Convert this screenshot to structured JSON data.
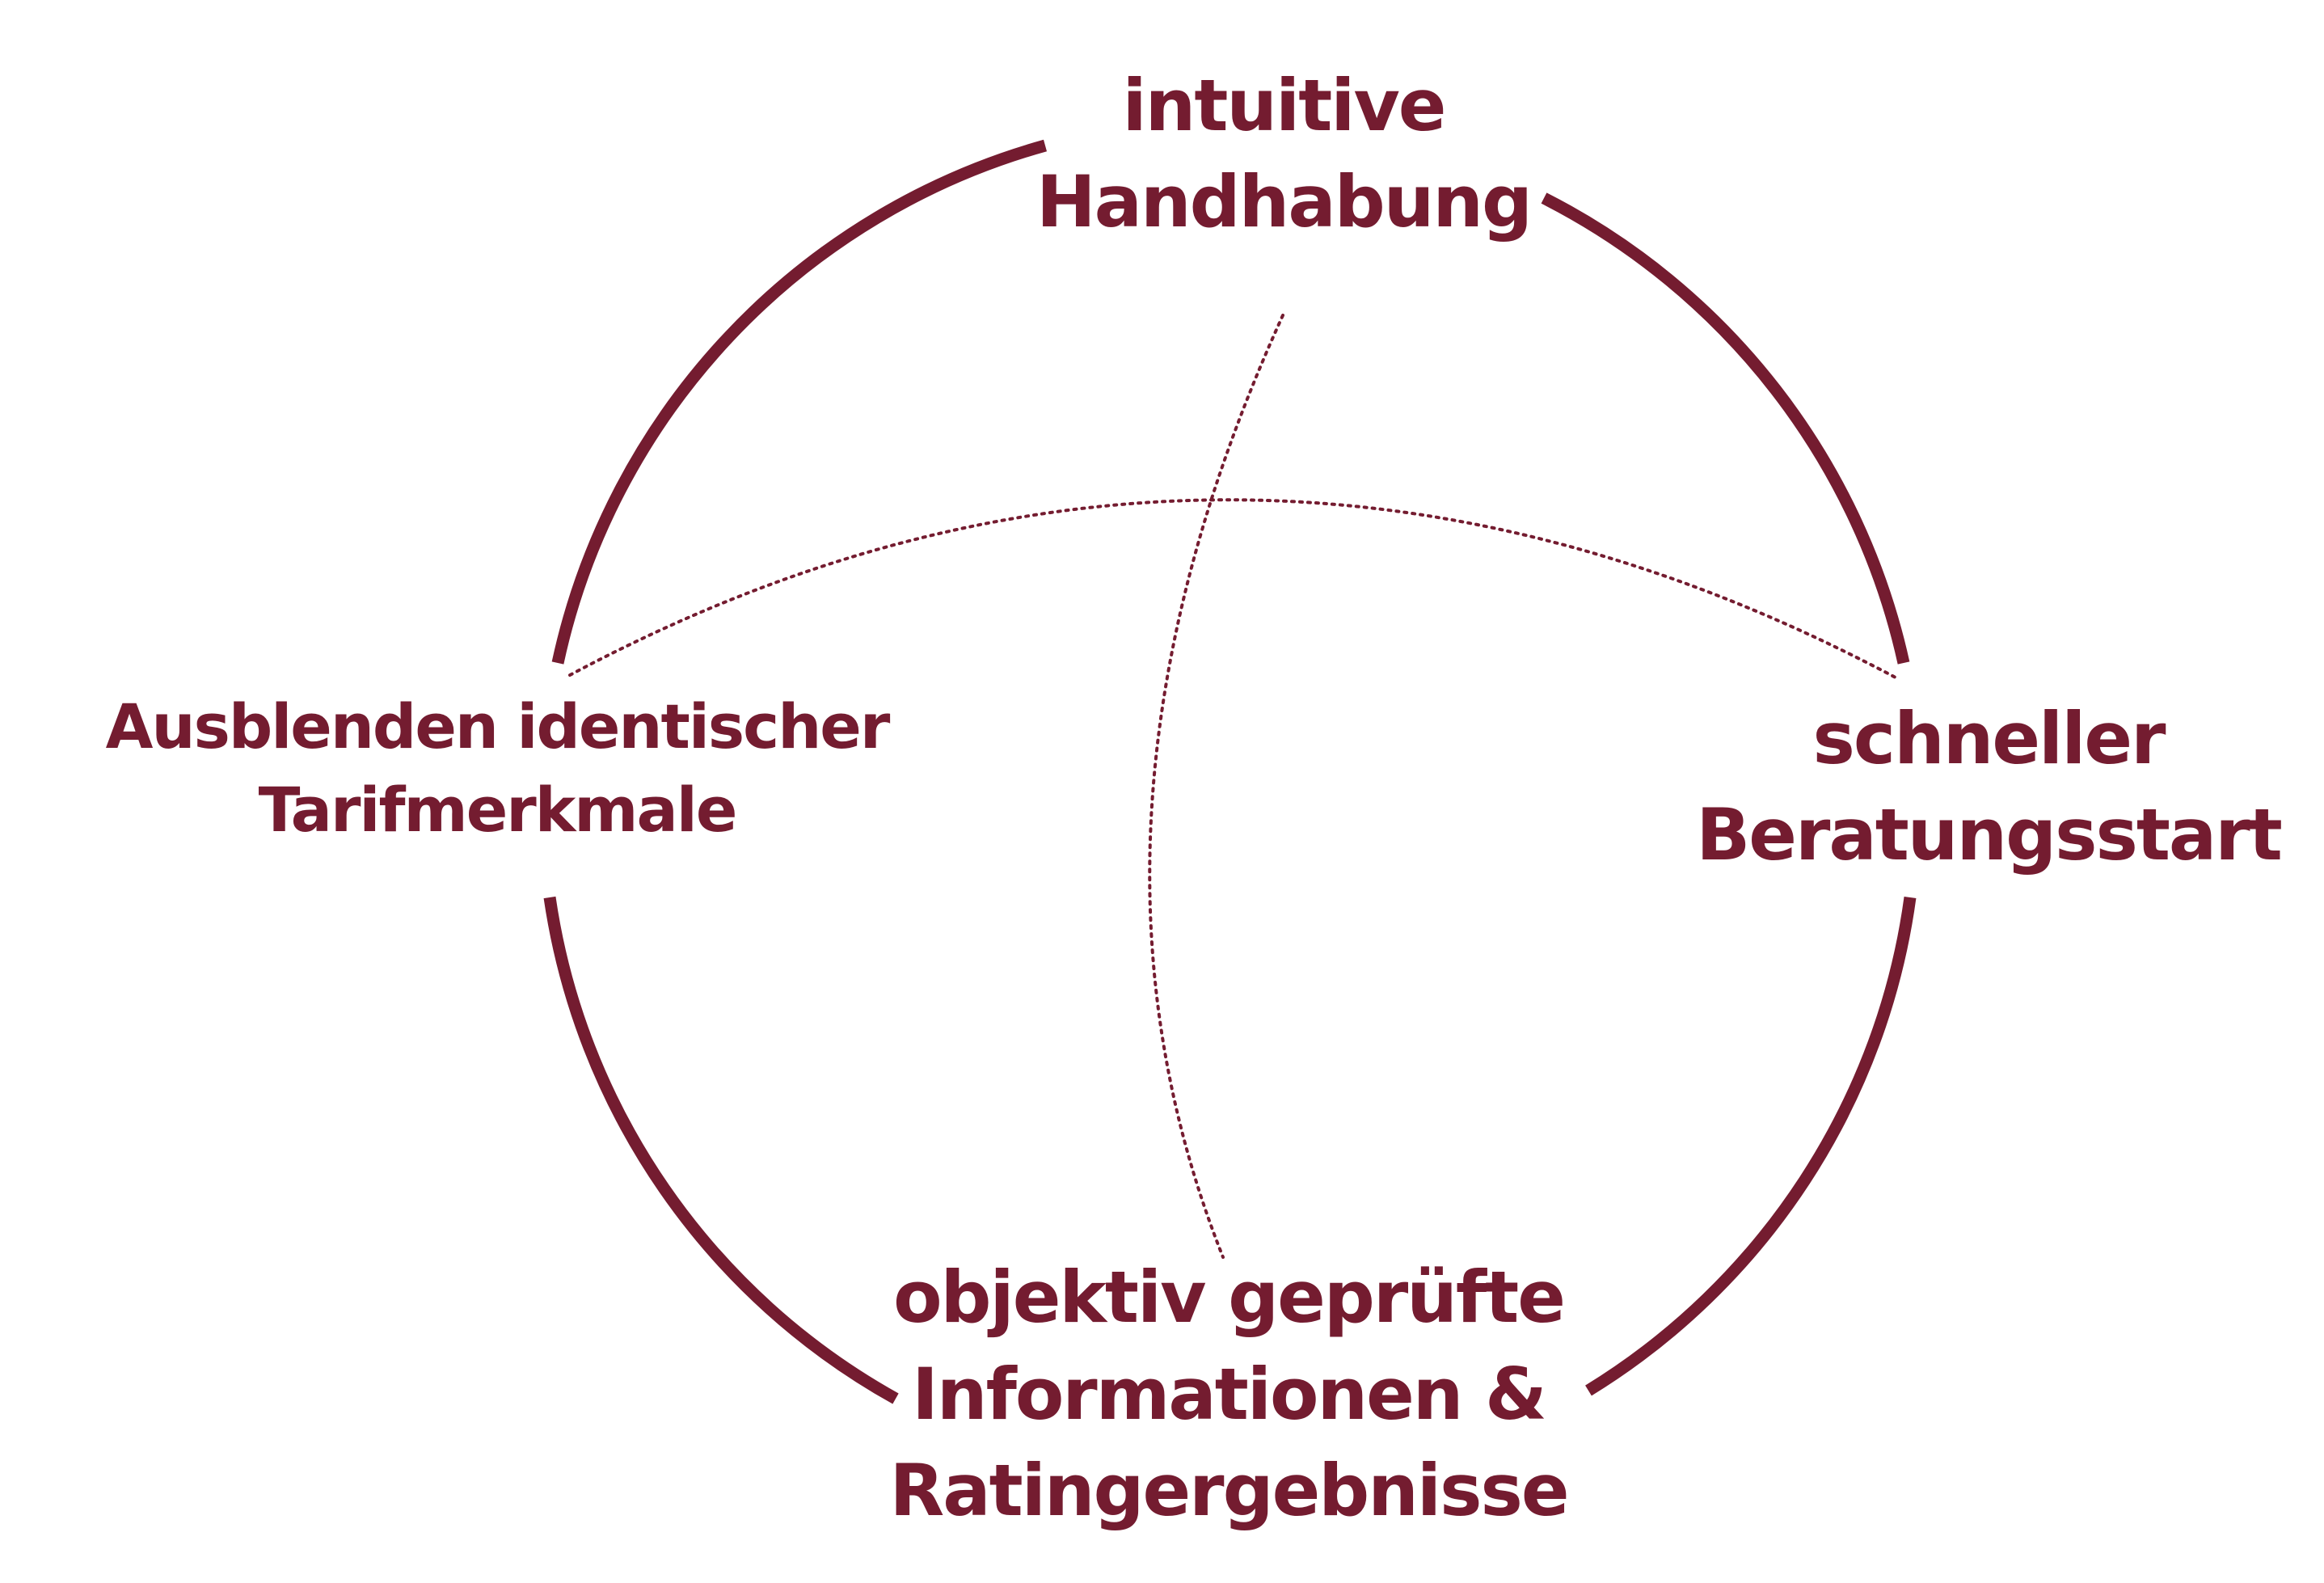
{
  "colors": {
    "accent": "#741c30"
  },
  "labels": {
    "top": {
      "line1": "intuitive",
      "line2": "Handhabung"
    },
    "left": {
      "line1": "Ausblenden identischer",
      "line2": "Tarifmerkmale"
    },
    "right": {
      "line1": "schneller",
      "line2": "Beratungsstart"
    },
    "bottom": {
      "line1": "objektiv geprüfte",
      "line2": "Informationen &",
      "line3": "Ratingergebnisse"
    }
  }
}
